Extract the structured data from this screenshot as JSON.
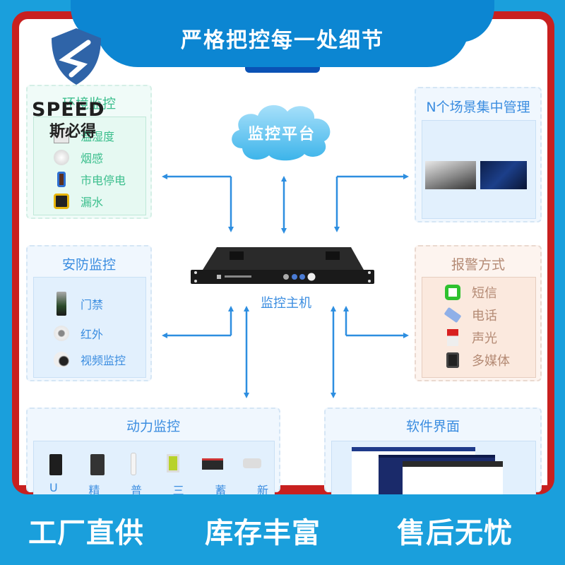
{
  "header": {
    "title": "严格把控每一处细节"
  },
  "logo": {
    "brand_en": "SPEED",
    "brand_cn": "斯必得"
  },
  "center": {
    "cloud_label": "监控平台",
    "host_label": "监控主机"
  },
  "sections": {
    "environment": {
      "title": "环境监控",
      "items": [
        {
          "label": "温湿度",
          "icon": "thermo-hygrometer-icon"
        },
        {
          "label": "烟感",
          "icon": "smoke-detector-icon"
        },
        {
          "label": "市电停电",
          "icon": "power-outage-sensor-icon"
        },
        {
          "label": "漏水",
          "icon": "water-leak-sensor-icon"
        }
      ]
    },
    "scenes": {
      "title": "N个场景集中管理",
      "images": [
        "data-center-photo",
        "server-room-photo"
      ]
    },
    "security": {
      "title": "安防监控",
      "items": [
        {
          "label": "门禁",
          "icon": "access-control-icon"
        },
        {
          "label": "红外",
          "icon": "infrared-sensor-icon"
        },
        {
          "label": "视频监控",
          "icon": "video-camera-icon"
        }
      ]
    },
    "alarm": {
      "title": "报警方式",
      "items": [
        {
          "label": "短信",
          "icon": "sms-icon"
        },
        {
          "label": "电话",
          "icon": "phone-icon"
        },
        {
          "label": "声光",
          "icon": "siren-icon"
        },
        {
          "label": "多媒体",
          "icon": "multimedia-icon"
        }
      ]
    },
    "power": {
      "title": "动力监控",
      "items": [
        {
          "label": "U",
          "icon": "ups-icon"
        },
        {
          "label": "精",
          "icon": "precision-ac-icon"
        },
        {
          "label": "普",
          "icon": "ac-icon"
        },
        {
          "label": "三",
          "icon": "meter-icon"
        },
        {
          "label": "蓄",
          "icon": "battery-icon"
        },
        {
          "label": "新",
          "icon": "fresh-air-icon"
        }
      ]
    },
    "software": {
      "title": "软件界面",
      "images": [
        "software-screenshots"
      ]
    }
  },
  "footer": {
    "slogans": [
      "工厂直供",
      "库存丰富",
      "售后无忧"
    ]
  },
  "colors": {
    "background": "#1a9fdc",
    "banner": "#0c86d2",
    "frame_red": "#c8201f",
    "arrow_blue": "#2d8ee0",
    "env_green": "#3dbf8e",
    "blue_text": "#3b8de0",
    "alarm_brown": "#b48a74"
  }
}
